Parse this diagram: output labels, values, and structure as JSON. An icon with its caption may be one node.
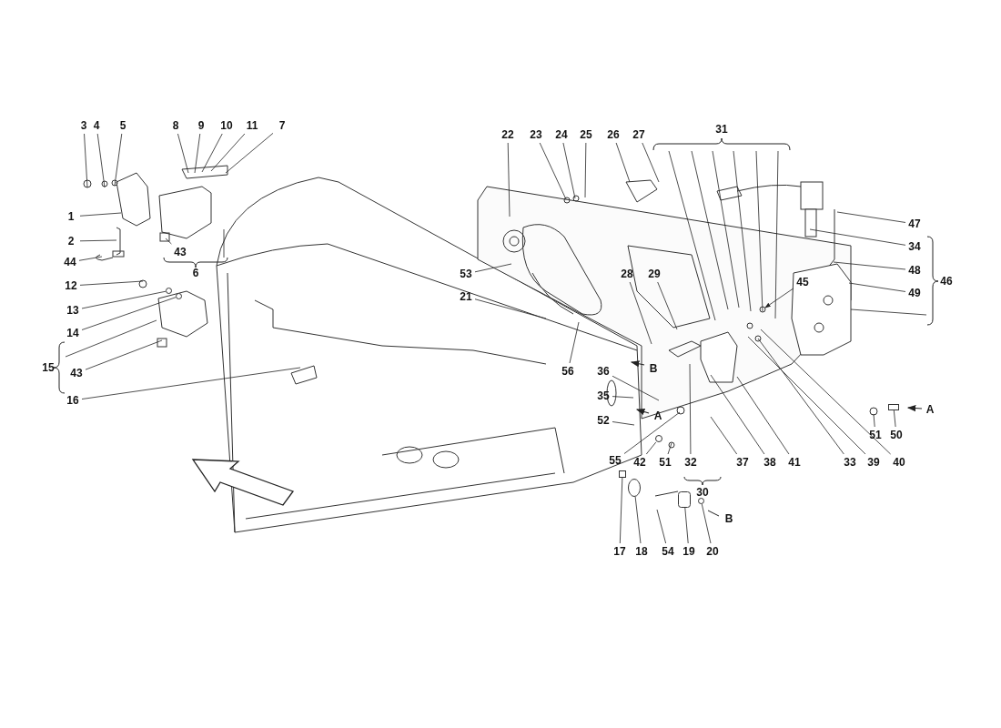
{
  "diagram": {
    "nodes": [
      {
        "text": [
          "3"
        ]
      },
      {
        "text": [
          "4"
        ]
      },
      {
        "text": [
          "5"
        ]
      },
      {
        "text": [
          "8"
        ]
      },
      {
        "text": [
          "9"
        ]
      },
      {
        "text": [
          "10"
        ]
      },
      {
        "text": [
          "11"
        ]
      },
      {
        "text": [
          "7"
        ]
      },
      {
        "text": [
          "1"
        ]
      },
      {
        "text": [
          "2"
        ]
      },
      {
        "text": [
          "44"
        ]
      },
      {
        "text": [
          "43"
        ]
      },
      {
        "text": [
          "12"
        ]
      },
      {
        "text": [
          "13"
        ]
      },
      {
        "text": [
          "14"
        ]
      },
      {
        "text": [
          "43"
        ]
      },
      {
        "text": [
          "16"
        ]
      },
      {
        "text": [
          "22"
        ]
      },
      {
        "text": [
          "23"
        ]
      },
      {
        "text": [
          "24"
        ]
      },
      {
        "text": [
          "25"
        ]
      },
      {
        "text": [
          "26"
        ]
      },
      {
        "text": [
          "27"
        ]
      },
      {
        "text": [
          "53"
        ]
      },
      {
        "text": [
          "21"
        ]
      },
      {
        "text": [
          "28"
        ]
      },
      {
        "text": [
          "29"
        ]
      },
      {
        "text": [
          "56"
        ]
      },
      {
        "text": [
          "36"
        ]
      },
      {
        "text": [
          "35"
        ]
      },
      {
        "text": [
          "52"
        ]
      },
      {
        "text": [
          "55"
        ]
      },
      {
        "text": [
          "42"
        ]
      },
      {
        "text": [
          "51"
        ]
      },
      {
        "text": [
          "32"
        ]
      },
      {
        "text": [
          "37"
        ]
      },
      {
        "text": [
          "38"
        ]
      },
      {
        "text": [
          "41"
        ]
      },
      {
        "text": [
          "33"
        ]
      },
      {
        "text": [
          "39"
        ]
      },
      {
        "text": [
          "40"
        ]
      },
      {
        "text": [
          "47"
        ]
      },
      {
        "text": [
          "34"
        ]
      },
      {
        "text": [
          "48"
        ]
      },
      {
        "text": [
          "49"
        ]
      },
      {
        "text": [
          "45"
        ]
      },
      {
        "text": [
          "51"
        ]
      },
      {
        "text": [
          "50"
        ]
      },
      {
        "text": [
          "17"
        ]
      },
      {
        "text": [
          "18"
        ]
      },
      {
        "text": [
          "54"
        ]
      },
      {
        "text": [
          "19"
        ]
      },
      {
        "text": [
          "20"
        ]
      },
      {
        "text": [
          "6"
        ]
      },
      {
        "text": [
          "15"
        ]
      },
      {
        "text": [
          "31"
        ]
      },
      {
        "text": [
          "46"
        ]
      },
      {
        "text": [],
        "shape": "circle"
      },
      {
        "text": [],
        "shape": "circle"
      },
      {
        "text": [],
        "shape": "box"
      },
      {
        "text": [],
        "shape": "box"
      },
      {
        "text": [],
        "shape": "ring"
      },
      {
        "text": [],
        "shape": "cylinder"
      },
      {
        "text": [],
        "shape": "circle"
      },
      {
        "text": [],
        "shape": "circle"
      }
    ],
    "edges": [
      {
        "from": 0,
        "to": null,
        "arrow": "none"
      },
      {
        "from": 1,
        "to": null,
        "arrow": "none"
      },
      {
        "from": 2,
        "to": null,
        "arrow": "none"
      },
      {
        "from": 3,
        "to": null,
        "arrow": "none"
      },
      {
        "from": 4,
        "to": null,
        "arrow": "none"
      },
      {
        "from": 5,
        "to": null,
        "arrow": "none"
      },
      {
        "from": 6,
        "to": null,
        "arrow": "none"
      },
      {
        "from": 7,
        "to": null,
        "arrow": "none"
      },
      {
        "from": 8,
        "to": null,
        "arrow": "none"
      },
      {
        "from": 9,
        "to": null,
        "arrow": "none"
      },
      {
        "from": 10,
        "to": null,
        "arrow": "none"
      },
      {
        "from": 11,
        "to": null,
        "arrow": "none"
      },
      {
        "from": 12,
        "to": null,
        "arrow": "none"
      },
      {
        "from": 13,
        "to": 57,
        "arrow": "none"
      },
      {
        "from": 14,
        "to": 64,
        "arrow": "none"
      },
      {
        "from": 15,
        "to": null,
        "arrow": "none"
      },
      {
        "from": 16,
        "to": null,
        "arrow": "none"
      },
      {
        "from": 17,
        "to": null,
        "arrow": "none"
      },
      {
        "from": 18,
        "to": null,
        "arrow": "none"
      },
      {
        "from": 19,
        "to": null,
        "arrow": "none"
      },
      {
        "from": 20,
        "to": null,
        "arrow": "none"
      },
      {
        "from": 21,
        "to": null,
        "arrow": "none"
      },
      {
        "from": 22,
        "to": null,
        "arrow": "none"
      },
      {
        "from": 23,
        "to": null,
        "arrow": "none"
      },
      {
        "from": 24,
        "to": null,
        "arrow": "none"
      },
      {
        "from": 25,
        "to": null,
        "arrow": "none"
      },
      {
        "from": 26,
        "to": null,
        "arrow": "none"
      },
      {
        "from": 27,
        "to": null,
        "arrow": "none"
      },
      {
        "from": 28,
        "to": null,
        "arrow": "none"
      },
      {
        "from": 29,
        "to": null,
        "arrow": "none"
      },
      {
        "from": 30,
        "to": null,
        "arrow": "none"
      },
      {
        "from": 31,
        "to": null,
        "arrow": "none"
      },
      {
        "from": 32,
        "to": 58,
        "arrow": "none"
      },
      {
        "from": 33,
        "to": null,
        "arrow": "none"
      },
      {
        "from": 34,
        "to": null,
        "arrow": "none"
      },
      {
        "from": 35,
        "to": null,
        "arrow": "none"
      },
      {
        "from": 36,
        "to": null,
        "arrow": "none"
      },
      {
        "from": 37,
        "to": null,
        "arrow": "none"
      },
      {
        "from": 38,
        "to": null,
        "arrow": "none"
      },
      {
        "from": 39,
        "to": null,
        "arrow": "none"
      },
      {
        "from": 40,
        "to": null,
        "arrow": "none"
      },
      {
        "from": 41,
        "to": null,
        "arrow": "none"
      },
      {
        "from": 42,
        "to": null,
        "arrow": "none"
      },
      {
        "from": 43,
        "to": null,
        "arrow": "none"
      },
      {
        "from": 44,
        "to": null,
        "arrow": "none"
      },
      {
        "from": 45,
        "to": null,
        "arrow": "to"
      },
      {
        "from": 46,
        "to": null,
        "arrow": "none"
      },
      {
        "from": 47,
        "to": 59,
        "arrow": "none"
      },
      {
        "from": 48,
        "to": 60,
        "arrow": "none"
      },
      {
        "from": 49,
        "to": 61,
        "arrow": "none"
      },
      {
        "from": 50,
        "to": null,
        "arrow": "none"
      },
      {
        "from": 51,
        "to": 62,
        "arrow": "none"
      },
      {
        "from": 52,
        "to": 63,
        "arrow": "none"
      },
      {
        "from": 53,
        "to": null,
        "arrow": "none"
      },
      {
        "from": 54,
        "to": null,
        "arrow": "none"
      },
      {
        "from": 55,
        "to": null,
        "arrow": "none"
      },
      {
        "from": 55,
        "to": null,
        "arrow": "none"
      },
      {
        "from": 55,
        "to": null,
        "arrow": "none"
      },
      {
        "from": 55,
        "to": null,
        "arrow": "none"
      },
      {
        "from": 55,
        "to": null,
        "arrow": "none"
      },
      {
        "from": 55,
        "to": null,
        "arrow": "none"
      },
      {
        "from": 56,
        "to": null,
        "arrow": "none"
      }
    ],
    "labels": [
      "B",
      "A",
      "A",
      "30",
      "B"
    ]
  }
}
